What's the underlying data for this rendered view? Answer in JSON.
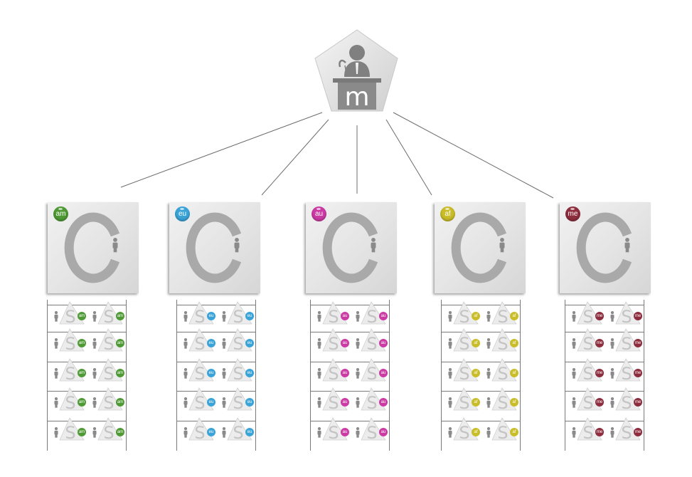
{
  "hub": {
    "letter": "m",
    "icon": "speaker-at-podium-icon"
  },
  "regions": [
    {
      "code": "am",
      "color": "#4f9a35"
    },
    {
      "code": "eu",
      "color": "#3aa4d8"
    },
    {
      "code": "au",
      "color": "#cc3aa4"
    },
    {
      "code": "af",
      "color": "#c9bd2a"
    },
    {
      "code": "me",
      "color": "#8e2d3d"
    }
  ],
  "school": {
    "letter": "S",
    "icon": "person-icon"
  },
  "colors": {
    "line": "#6d6d6d",
    "box": "#e6e6e6",
    "ring": "#a9a9a9",
    "figure": "#8a8a8a"
  }
}
